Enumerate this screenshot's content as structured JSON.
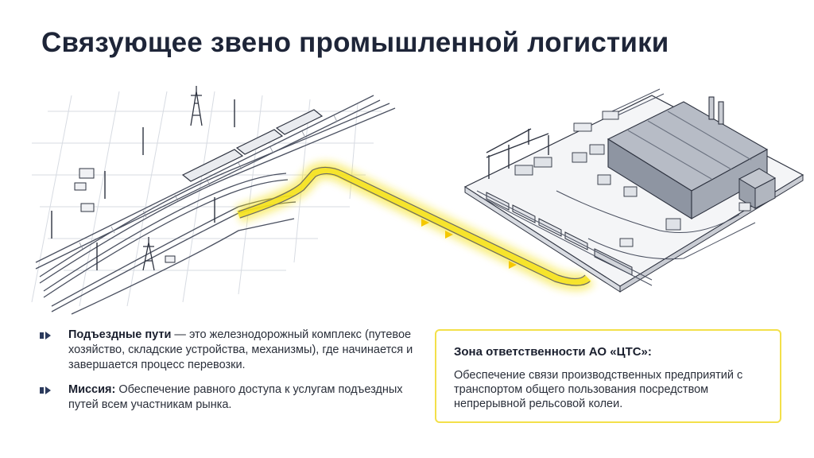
{
  "title": "Связующее звено промышленной логистики",
  "bullets": [
    {
      "bold": "Подъездные пути",
      "text": " — это железнодорожный комплекс (путевое хозяйство, складские устройства, механизмы), где начинается и завершается процесс перевозки."
    },
    {
      "bold": "Миссия:",
      "text": " Обеспечение равного доступа к услугам подъездных путей всем участникам рынка."
    }
  ],
  "panel": {
    "heading": "Зона ответственности АО «ЦТС»:",
    "body": "Обеспечение связи производственных предприятий с транспортом общего пользования посредством непрерывной рельсовой колеи."
  },
  "colors": {
    "highlight": "#f5e21c",
    "ink": "#1e2538",
    "bullet": "#2b3a5c"
  },
  "icons": {
    "bullet": "speaker-arrow-icon"
  }
}
